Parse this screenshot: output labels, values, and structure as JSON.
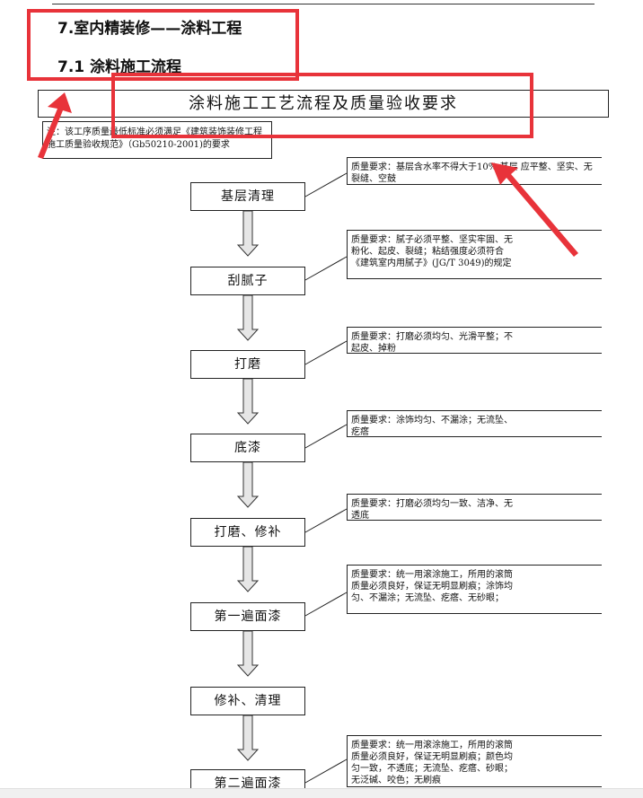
{
  "headings": {
    "h1": "7.室内精装修——涂料工程",
    "h2": "7.1 涂料施工流程"
  },
  "title": "涂料施工工艺流程及质量验收要求",
  "note": "注：该工序质量最低标准必须满足《建筑装饰装修工程施工质量验收规范》（Gb50210-2001)的要求",
  "steps": [
    "基层清理",
    "刮腻子",
    "打磨",
    "底漆",
    "打磨、修补",
    "第一遍面漆",
    "修补、清理",
    "第二遍面漆"
  ],
  "requirements": [
    "质量要求：基层含水率不得大于10%;基层 应平整、坚实、无裂缝、空鼓",
    "质量要求：腻子必须平整、坚实牢固、无粉化、起皮、裂缝；粘结强度必须符合《建筑室内用腻子》(JG/T 3049)的规定",
    "质量要求：打磨必须均匀、光滑平整；不起皮、掉粉",
    "质量要求：涂饰均匀、不漏涂；无流坠、疙瘩",
    "质量要求：打磨必须均匀一致、洁净、无透底",
    "质量要求：统一用滚涂施工，所用的滚筒质量必须良好，保证无明显刷痕；涂饰均匀、不漏涂；无流坠、疙瘩、无砂眼；",
    "质量要求：统一用滚涂施工，所用的滚筒质量必须良好，保证无明显刷痕；颜色均匀一致，不透底；无流坠、疙瘩、砂眼；无泛碱、咬色；无刷痕"
  ],
  "colors": {
    "annotation_red": "#e8333a",
    "arrow_fill": "#e6e6e6"
  }
}
